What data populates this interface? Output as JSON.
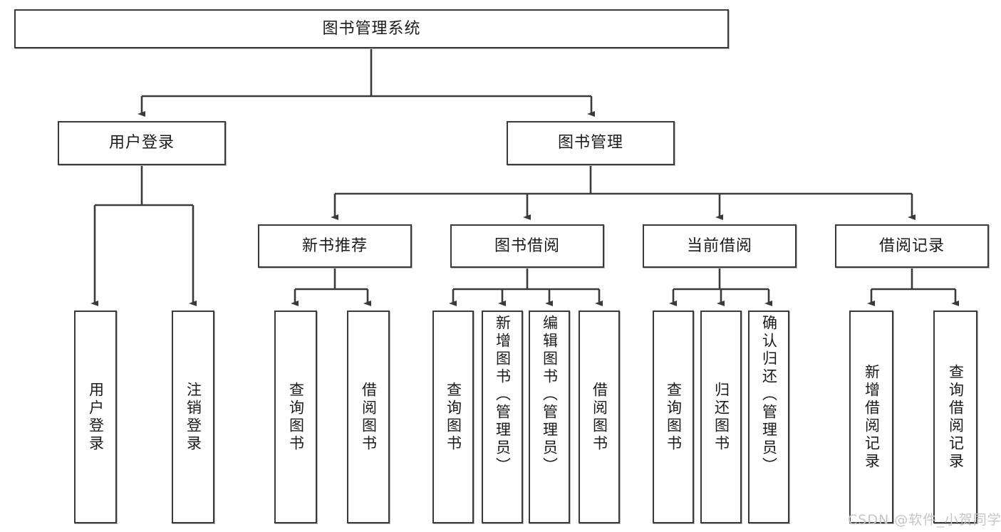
{
  "diagram": {
    "type": "tree-hierarchy-chart",
    "title": "图书管理系统",
    "watermark": "CSDN @软件_小贺同学",
    "colors": {
      "box_border": "#3a3a3a",
      "box_fill": "#ffffff",
      "line": "#3a3a3a",
      "text": "#1b1b1b",
      "watermark": "#c6c6c6"
    },
    "nodes": {
      "root": {
        "label": "图书管理系统"
      },
      "level2": [
        {
          "id": "user-login",
          "label": "用户登录"
        },
        {
          "id": "book-manage",
          "label": "图书管理"
        }
      ],
      "level3": [
        {
          "id": "new-book-rec",
          "label": "新书推荐"
        },
        {
          "id": "book-borrow",
          "label": "图书借阅"
        },
        {
          "id": "current-borrow",
          "label": "当前借阅"
        },
        {
          "id": "borrow-record",
          "label": "借阅记录"
        }
      ],
      "leaves": {
        "user_login": [
          {
            "id": "leaf-user-login",
            "label": "用户登录"
          },
          {
            "id": "leaf-logout",
            "label": "注销登录"
          }
        ],
        "new_book_rec": [
          {
            "id": "leaf-query-book-1",
            "label": "查询图书"
          },
          {
            "id": "leaf-borrow-book-1",
            "label": "借阅图书"
          }
        ],
        "book_borrow": [
          {
            "id": "leaf-query-book-2",
            "label": "查询图书"
          },
          {
            "id": "leaf-add-book",
            "label": "新增图书（管理员）"
          },
          {
            "id": "leaf-edit-book",
            "label": "编辑图书（管理员）"
          },
          {
            "id": "leaf-borrow-book-2",
            "label": "借阅图书"
          }
        ],
        "current_borrow": [
          {
            "id": "leaf-query-book-3",
            "label": "查询图书"
          },
          {
            "id": "leaf-return-book",
            "label": "归还图书"
          },
          {
            "id": "leaf-confirm-return",
            "label": "确认归还（管理员）"
          }
        ],
        "borrow_record": [
          {
            "id": "leaf-add-record",
            "label": "新增借阅记录"
          },
          {
            "id": "leaf-query-record",
            "label": "查询借阅记录"
          }
        ]
      }
    }
  }
}
